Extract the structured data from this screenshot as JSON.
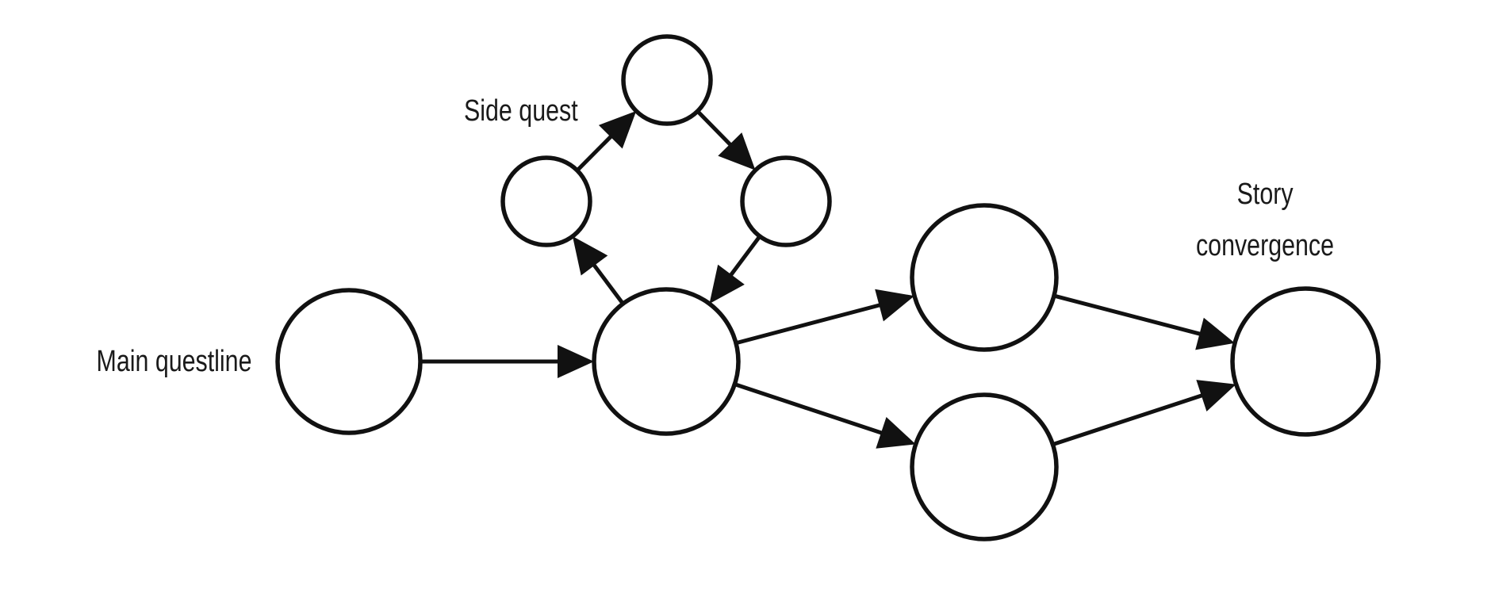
{
  "labels": {
    "main_questline": "Main questline",
    "side_quest": "Side quest",
    "story_convergence_line1": "Story",
    "story_convergence_line2": "convergence"
  },
  "nodes": [
    {
      "id": "main-start",
      "role": "main questline"
    },
    {
      "id": "hub",
      "role": "branch point"
    },
    {
      "id": "branch-upper",
      "role": "branch"
    },
    {
      "id": "branch-lower",
      "role": "branch"
    },
    {
      "id": "convergence",
      "role": "story convergence"
    },
    {
      "id": "side-left",
      "role": "side quest"
    },
    {
      "id": "side-top",
      "role": "side quest"
    },
    {
      "id": "side-right",
      "role": "side quest"
    }
  ],
  "edges": [
    {
      "from": "main-start",
      "to": "hub"
    },
    {
      "from": "hub",
      "to": "branch-upper"
    },
    {
      "from": "hub",
      "to": "branch-lower"
    },
    {
      "from": "branch-upper",
      "to": "convergence"
    },
    {
      "from": "branch-lower",
      "to": "convergence"
    },
    {
      "from": "hub",
      "to": "side-left"
    },
    {
      "from": "side-left",
      "to": "side-top"
    },
    {
      "from": "side-top",
      "to": "side-right"
    },
    {
      "from": "side-right",
      "to": "hub"
    }
  ],
  "colors": {
    "stroke": "#111111",
    "fill": "#ffffff",
    "background": "#ffffff"
  }
}
